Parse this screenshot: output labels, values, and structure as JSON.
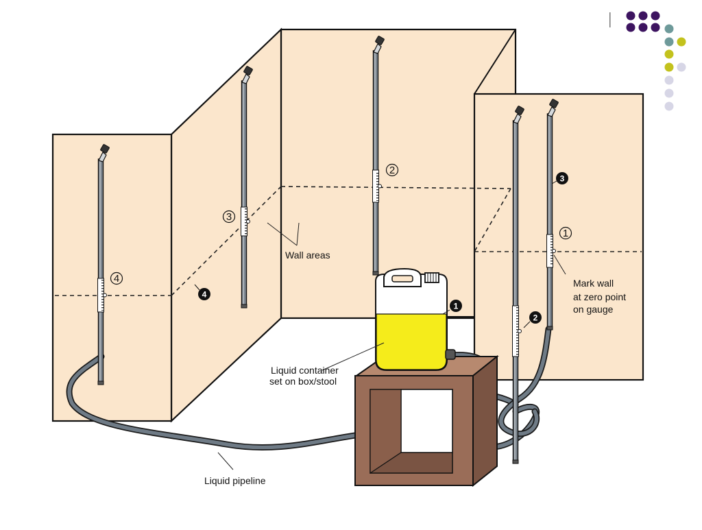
{
  "diagram": {
    "annotations": {
      "wall_areas": "Wall areas",
      "liquid_container": [
        "Liquid container",
        "set on box/stool"
      ],
      "liquid_pipeline": "Liquid pipeline",
      "mark_wall": [
        "Mark wall",
        "at zero point",
        "on gauge"
      ]
    },
    "markers": {
      "outlined": [
        "1",
        "2",
        "3",
        "4"
      ],
      "filled": [
        "1",
        "2",
        "3",
        "4"
      ]
    }
  },
  "theme": {
    "wall": "#fbe6cc",
    "liquid": "#f5ec1b",
    "box": "#9a6d58",
    "box_dark": "#7a5443",
    "hose": "#6f7b86",
    "tube": "#7d868f",
    "decor_dots": [
      "#3d1460",
      "#6e9a9a",
      "#c3c21d",
      "#d7d6e6"
    ]
  }
}
